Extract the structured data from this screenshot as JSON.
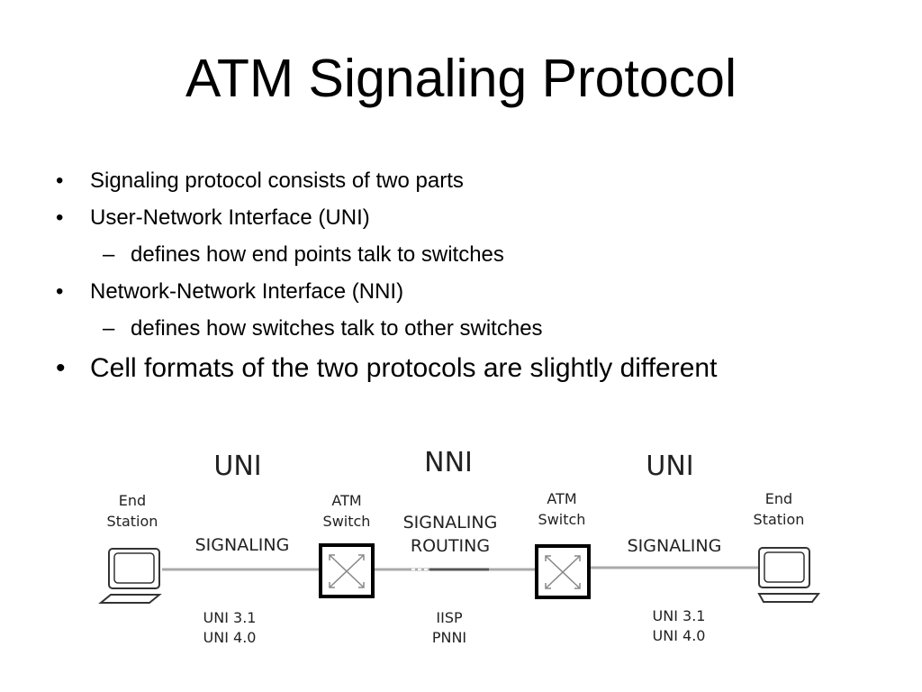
{
  "slide": {
    "title": "ATM Signaling Protocol",
    "bullets": [
      {
        "level": 1,
        "marker": "•",
        "text": "Signaling protocol consists of two parts"
      },
      {
        "level": 1,
        "marker": "•",
        "text": "User-Network Interface (UNI)"
      },
      {
        "level": 2,
        "marker": "–",
        "text": "defines how end points talk to switches"
      },
      {
        "level": 1,
        "marker": "•",
        "text": "Network-Network Interface (NNI)"
      },
      {
        "level": 2,
        "marker": "–",
        "text": "defines how switches talk to other switches"
      },
      {
        "level": 1,
        "marker": "•",
        "text": "Cell formats of the two protocols are slightly different"
      }
    ]
  },
  "diagram": {
    "headers": {
      "left": "UNI",
      "middle": "NNI",
      "right": "UNI"
    },
    "end_station_left": {
      "line1": "End",
      "line2": "Station"
    },
    "end_station_right": {
      "line1": "End",
      "line2": "Station"
    },
    "switch_left": {
      "line1": "ATM",
      "line2": "Switch"
    },
    "switch_right": {
      "line1": "ATM",
      "line2": "Switch"
    },
    "link_left": {
      "label": "SIGNALING",
      "proto1": "UNI 3.1",
      "proto2": "UNI 4.0"
    },
    "link_middle": {
      "label1": "SIGNALING",
      "label2": "ROUTING",
      "proto1": "IISP",
      "proto2": "PNNI"
    },
    "link_right": {
      "label": "SIGNALING",
      "proto1": "UNI 3.1",
      "proto2": "UNI 4.0"
    }
  }
}
